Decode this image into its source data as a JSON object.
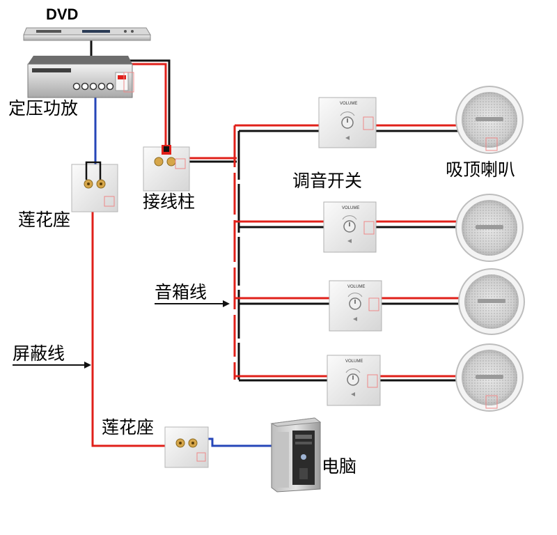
{
  "labels": {
    "dvd": "DVD",
    "amplifier": "定压功放",
    "lotus_socket_top": "莲花座",
    "terminal_post": "接线柱",
    "volume_switch": "调音开关",
    "ceiling_speaker": "吸顶喇叭",
    "speaker_cable": "音箱线",
    "shielded_cable": "屏蔽线",
    "lotus_socket_bottom": "莲花座",
    "computer": "电脑"
  },
  "device_text": {
    "volume_knob": "VOLUME"
  },
  "colors": {
    "wire_red": "#e0201a",
    "wire_black": "#111111",
    "wire_blue": "#2646b8",
    "panel_white": "#f4f4f4",
    "pc_case": "#d9d9d9"
  }
}
